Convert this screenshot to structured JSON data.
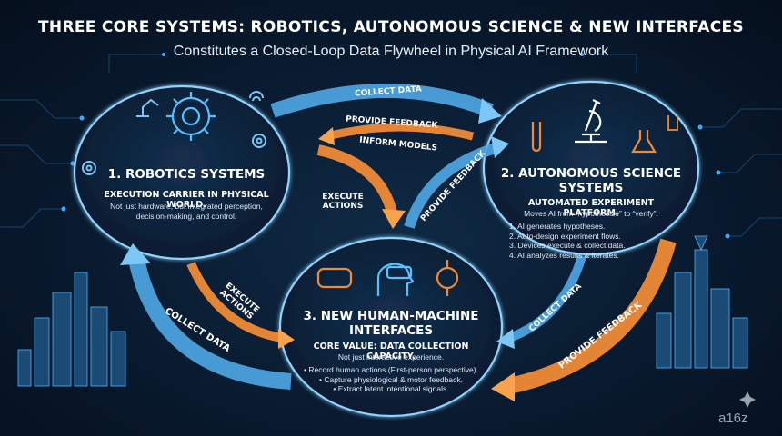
{
  "header": {
    "title": "THREE CORE SYSTEMS: ROBOTICS, AUTONOMOUS SCIENCE & NEW INTERFACES",
    "subtitle": "Constitutes a Closed-Loop Data Flywheel in Physical AI Framework"
  },
  "systems": {
    "robotics": {
      "title": "1. ROBOTICS SYSTEMS",
      "headline": "EXECUTION CARRIER IN PHYSICAL WORLD.",
      "description": "Not just hardware, but integrated perception, decision-making, and control."
    },
    "science": {
      "title": "2. AUTONOMOUS SCIENCE SYSTEMS",
      "headline": "AUTOMATED EXPERIMENT PLATFORM.",
      "description": "Moves AI from “hypothesize” to “verify”.",
      "steps": [
        "1. AI generates hypotheses.",
        "2. Auto-design experiment flows.",
        "3. Devices execute & collect data.",
        "4. AI analyzes results & iterates."
      ]
    },
    "interfaces": {
      "title": "3. NEW HUMAN-MACHINE INTERFACES",
      "headline": "CORE VALUE: DATA COLLECTION CAPACITY.",
      "description": "Not just interactive experience.",
      "bullets": [
        "• Record human actions (First-person perspective).",
        "• Capture physiological & motor feedback.",
        "• Extract latent intentional signals."
      ]
    }
  },
  "flows": {
    "top_collect": "COLLECT DATA",
    "top_feedback": "PROVIDE FEEDBACK",
    "inform_models": "INFORM MODELS",
    "execute_actions_center": "EXECUTE ACTIONS",
    "provide_feedback_center": "PROVIDE FEEDBACK",
    "execute_actions_left": "EXECUTE ACTIONS",
    "collect_data_left": "COLLECT DATA",
    "collect_data_right": "COLLECT DATA",
    "provide_feedback_right": "PROVIDE FEEDBACK"
  },
  "logo": "a16z",
  "colors": {
    "background": "#0a1d33",
    "blue_flow": "#4fa8e6",
    "orange_flow": "#f08a36",
    "circle_ring": "#8fd3ff"
  },
  "icons": [
    "gear-chip-icon",
    "robot-arm-icon",
    "microscope-icon",
    "test-tube-icon",
    "flask-icon",
    "vr-headset-icon",
    "head-visor-icon",
    "smartwatch-icon",
    "city-skyline-icon"
  ]
}
